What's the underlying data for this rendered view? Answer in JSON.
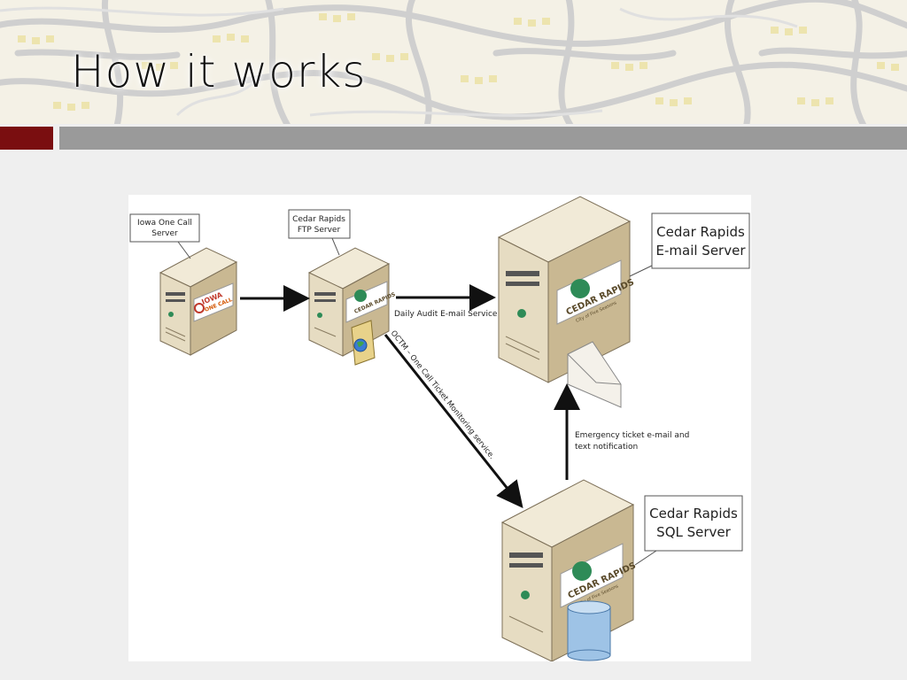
{
  "slide": {
    "title": "How it works"
  },
  "diagram": {
    "nodes": {
      "iowa_one_call": {
        "label_line1": "Iowa One Call",
        "label_line2": "Server",
        "logo_line1": "IOWA",
        "logo_line2": "ONE CALL"
      },
      "ftp_server": {
        "label_line1": "Cedar Rapids",
        "label_line2": "FTP Server"
      },
      "email_server": {
        "label_line1": "Cedar Rapids",
        "label_line2": "E-mail Server"
      },
      "sql_server": {
        "label_line1": "Cedar Rapids",
        "label_line2": "SQL Server"
      }
    },
    "logo": {
      "brand": "CEDAR RAPIDS",
      "tagline": "City of Five Seasons"
    },
    "edges": {
      "daily_audit": "Daily Audit E-mail Service",
      "octm": "OCTM – One Call Ticket Monitoring service.",
      "emergency_line1": "Emergency ticket e-mail and",
      "emergency_line2": "text notification"
    }
  },
  "colors": {
    "accent_red": "#7a0e10",
    "accent_gray": "#9a9a9a",
    "server_front": "#e6dcc2",
    "server_side": "#c9b892",
    "server_top": "#f1ead7"
  }
}
